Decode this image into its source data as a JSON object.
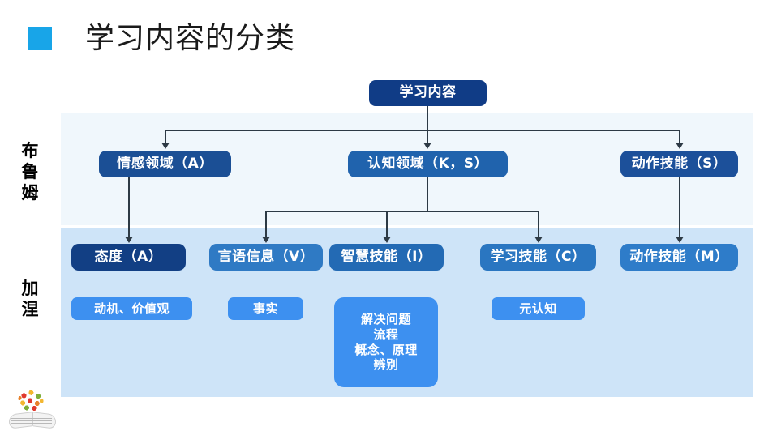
{
  "slide": {
    "title": "学习内容的分类",
    "bullet_color": "#18a5e8",
    "background": "#ffffff"
  },
  "side_labels": [
    {
      "name": "bloom",
      "chars": [
        "布",
        "鲁",
        "姆"
      ]
    },
    {
      "name": "gagne",
      "chars": [
        "加",
        "涅"
      ]
    }
  ],
  "panels": {
    "top": {
      "color": "#f0f7fc"
    },
    "bottom": {
      "color": "#cee4f8"
    }
  },
  "nodes": {
    "root": {
      "label": "学习内容",
      "color": "#103c86"
    },
    "affective": {
      "label": "情感领域（A）",
      "color": "#1b4f95"
    },
    "cognitive": {
      "label": "认知领域（K，S）",
      "color": "#2063ad"
    },
    "psychomotor": {
      "label": "动作技能（S）",
      "color": "#1c509a"
    },
    "attitude": {
      "label": "态度（A）",
      "color": "#123f84"
    },
    "verbal": {
      "label": "言语信息（V）",
      "color": "#2f7ac4"
    },
    "intellectual": {
      "label": "智慧技能（I）",
      "color": "#236ab4"
    },
    "learning_skill": {
      "label": "学习技能（C）",
      "color": "#2a76c1"
    },
    "motor_skill": {
      "label": "动作技能（M）",
      "color": "#2e7cc9"
    },
    "motivation": {
      "label": "动机、价值观",
      "color": "#3d90f0"
    },
    "fact": {
      "label": "事实",
      "color": "#3d90f0"
    },
    "problem": {
      "label": "解决问题\n流程\n概念、原理\n辨别",
      "color": "#3d90f0"
    },
    "metacognition": {
      "label": "元认知",
      "color": "#3d90f0"
    }
  },
  "connector_color": "#2d3a45"
}
